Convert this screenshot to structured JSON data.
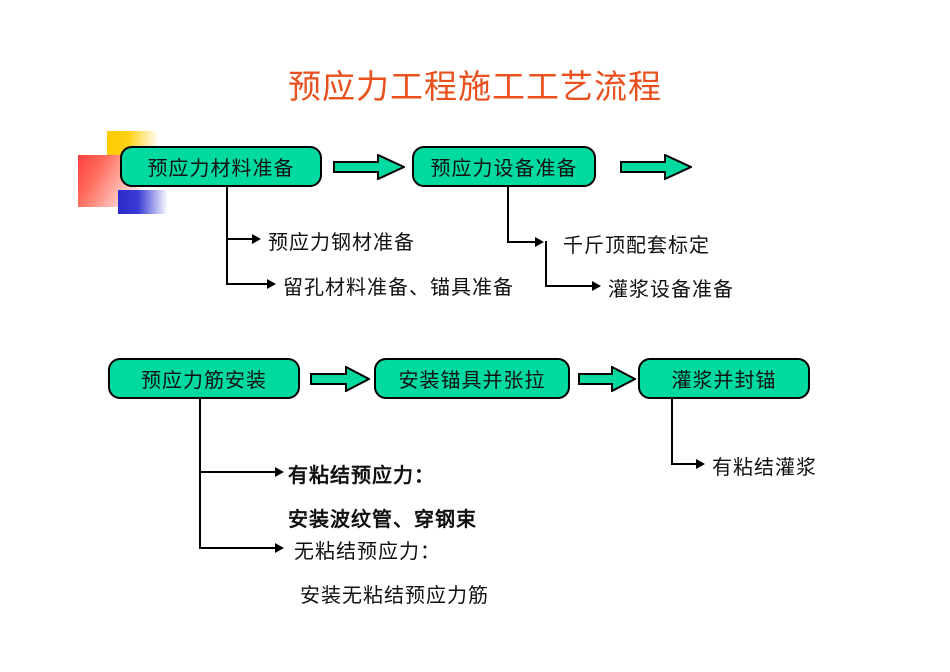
{
  "slide": {
    "title": "预应力工程施工工艺流程",
    "title_color": "#E8501E",
    "background_color": "#FFFFFF",
    "box_fill_color": "#00D9A0",
    "box_border_color": "#000000",
    "connector_color": "#000000"
  },
  "decoration": {
    "yellow_color": "#FFCC00",
    "red_color": "#FF4040",
    "blue_color": "#2B2BCB"
  },
  "row1": {
    "boxes": [
      {
        "label": "预应力材料准备"
      },
      {
        "label": "预应力设备准备"
      }
    ],
    "branches_left": [
      {
        "label": "预应力钢材准备"
      },
      {
        "label": "留孔材料准备、锚具准备"
      }
    ],
    "branches_right": [
      {
        "label": "千斤顶配套标定"
      },
      {
        "label": "灌浆设备准备"
      }
    ]
  },
  "row2": {
    "boxes": [
      {
        "label": "预应力筋安装"
      },
      {
        "label": "安装锚具并张拉"
      },
      {
        "label": "灌浆并封锚"
      }
    ],
    "branches_left": [
      {
        "label": "有粘结预应力："
      },
      {
        "label": "安装波纹管、穿钢束"
      },
      {
        "label": "无粘结预应力："
      },
      {
        "label": "安装无粘结预应力筋"
      }
    ],
    "branches_right": [
      {
        "label": "有粘结灌浆"
      }
    ]
  },
  "icons": {
    "block_arrow": "right-block-arrow-icon",
    "line_arrow": "right-arrowhead-icon"
  }
}
